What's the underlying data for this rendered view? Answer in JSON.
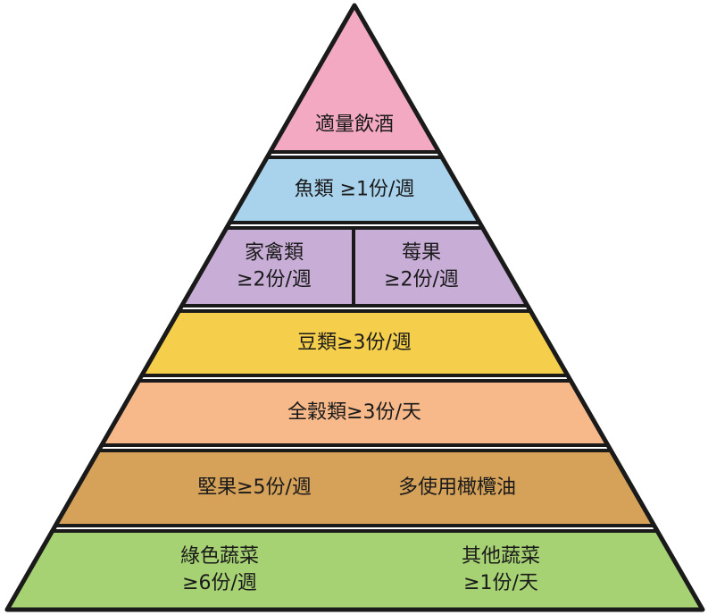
{
  "pyramid": {
    "tiers": [
      {
        "id": "alcohol",
        "color": "#f4a9c2",
        "labels": [
          {
            "lines": [
              "適量飲酒"
            ]
          }
        ]
      },
      {
        "id": "fish",
        "color": "#a9d3ec",
        "labels": [
          {
            "lines": [
              "魚類 ≥1份/週"
            ]
          }
        ]
      },
      {
        "id": "poultry-berries",
        "color": "#c8aed6",
        "split": true,
        "labels": [
          {
            "lines": [
              "家禽類",
              "≥2份/週"
            ]
          },
          {
            "lines": [
              "莓果",
              "≥2份/週"
            ]
          }
        ]
      },
      {
        "id": "beans",
        "color": "#f5cf4c",
        "labels": [
          {
            "lines": [
              "豆類≥3份/週"
            ]
          }
        ]
      },
      {
        "id": "whole-grains",
        "color": "#f7b98a",
        "labels": [
          {
            "lines": [
              "全穀類≥3份/天"
            ]
          }
        ]
      },
      {
        "id": "nuts-olive-oil",
        "color": "#d6a25a",
        "labels": [
          {
            "lines": [
              "堅果≥5份/週"
            ]
          },
          {
            "lines": [
              "多使用橄欖油"
            ]
          }
        ]
      },
      {
        "id": "vegetables",
        "color": "#a6d273",
        "labels": [
          {
            "lines": [
              "綠色蔬菜",
              "≥6份/週"
            ]
          },
          {
            "lines": [
              "其他蔬菜",
              "≥1份/天"
            ]
          }
        ]
      }
    ]
  }
}
